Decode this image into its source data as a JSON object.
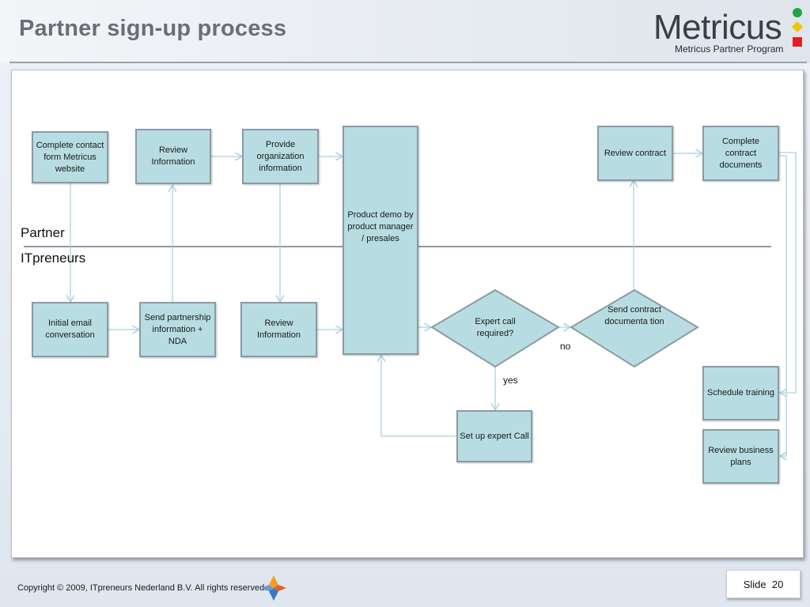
{
  "header": {
    "title": "Partner sign-up process",
    "logo": "Metricus",
    "logo_subtitle": "Metricus Partner Program"
  },
  "lanes": {
    "top": "Partner",
    "bottom": "ITpreneurs"
  },
  "nodes": {
    "complete_contact_form": "Complete contact form Metricus website",
    "review_information_top": "Review Information",
    "provide_org_info": "Provide organization information",
    "product_demo": "Product demo by product manager / presales",
    "review_contract": "Review contract",
    "complete_contract_docs": "Complete contract documents",
    "initial_email": "Initial email conversation",
    "send_partnership_info": "Send partnership information + NDA",
    "review_information_bottom": "Review Information",
    "expert_call_required": "Expert call required?",
    "send_contract_docs": "Send contract documenta tion",
    "set_up_expert_call": "Set up expert Call",
    "schedule_training": "Schedule training",
    "review_business_plans": "Review business plans"
  },
  "edge_labels": {
    "no": "no",
    "yes": "yes"
  },
  "footer": {
    "copyright": "Copyright © 2009, ITpreneurs Nederland B.V. All rights reserved.",
    "slide_label": "Slide",
    "slide_number": "20"
  },
  "colors": {
    "box_fill": "#b7dde2",
    "box_border": "#8a9aa3",
    "connector": "#a9d4df",
    "logo_green": "#22a34a",
    "logo_yellow": "#f2c500",
    "logo_red": "#e02020"
  },
  "icons": [
    "logo-signal-icon",
    "footer-diamond-icon"
  ]
}
